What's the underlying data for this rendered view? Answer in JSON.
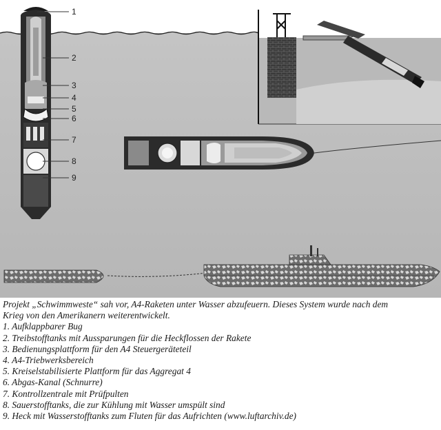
{
  "callouts": [
    "1",
    "2",
    "3",
    "4",
    "5",
    "6",
    "7",
    "8",
    "9"
  ],
  "caption": {
    "intro": "Projekt „Schwimmweste“ sah vor, A4-Raketen unter Wasser abzufeuern. Dieses System wurde nach dem Krieg von den Amerikanern weiterentwickelt.",
    "intro_line1": "Projekt „Schwimmweste“ sah vor, A4-Raketen unter Wasser abzufeuern. Dieses System wurde nach dem",
    "intro_line2": "Krieg von den Amerikanern weiterentwickelt.",
    "items": [
      "1. Aufklappbarer Bug",
      "2. Treibstofftanks mit Aussparungen für die Heckflossen der Rakete",
      "3. Bedienungsplattform für den A4 Steuergeräteteil",
      "4. A4-Triebwerksbereich",
      "5. Kreiselstabilisierte Plattform für das Aggregat 4",
      "6. Abgas-Kanal (Schnurre)",
      "7. Kontrollzentrale mit Prüfpulten",
      "8. Sauerstofftanks, die zur Kühlung mit Wasser umspült sind",
      "9. Heck mit Wasserstofftanks zum Fluten für das Aufrichten (www.luftarchiv.de)"
    ]
  }
}
